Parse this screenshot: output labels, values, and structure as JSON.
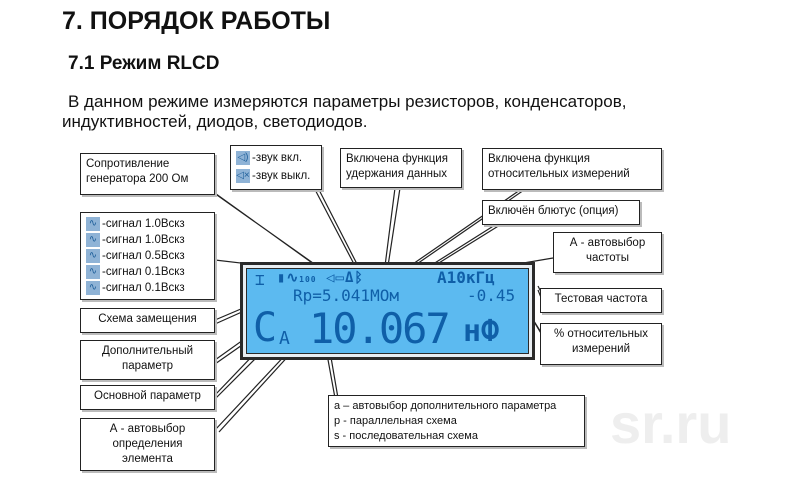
{
  "title": "7. ПОРЯДОК РАБОТЫ",
  "subtitle": "7.1 Режим RLCD",
  "paragraph": "В данном режиме измеряются параметры резисторов, конденсаторов, индуктивностей, диодов, светодиодов.",
  "labels": {
    "generator": "Сопротивление генератора 200 Ом",
    "sound_on": "-звук вкл.",
    "sound_off": "-звук выкл.",
    "hold": "Включена функция удержания данных",
    "relative": "Включена функция относительных измерений",
    "bluetooth": "Включён блютус (опция)",
    "signals": [
      "-сигнал 1.0Вскз",
      "-сигнал 1.0Вскз",
      "-сигнал 0.5Вскз",
      "-сигнал 0.1Вскз",
      "-сигнал 0.1Вскз"
    ],
    "auto_freq": "А - автовыбор частоты",
    "test_freq": "Тестовая частота",
    "percent": "% относительных измерений",
    "scheme": "Схема замещения",
    "secondary": "Дополнительный параметр",
    "primary": "Основной параметр",
    "auto_elem": "А - автовыбор определения элемента",
    "modes": [
      "а – автовыбор дополнительного параметра",
      "p - параллельная схема",
      "s - последовательная схема"
    ]
  },
  "lcd": {
    "gen": "100",
    "freq": "А10кГц",
    "secondary": "Rp=5.041MОм",
    "rel": "-0.45",
    "sym": "C",
    "sym_sub": "A",
    "value": "10.067",
    "unit": "нФ"
  },
  "watermark": "sr.ru"
}
